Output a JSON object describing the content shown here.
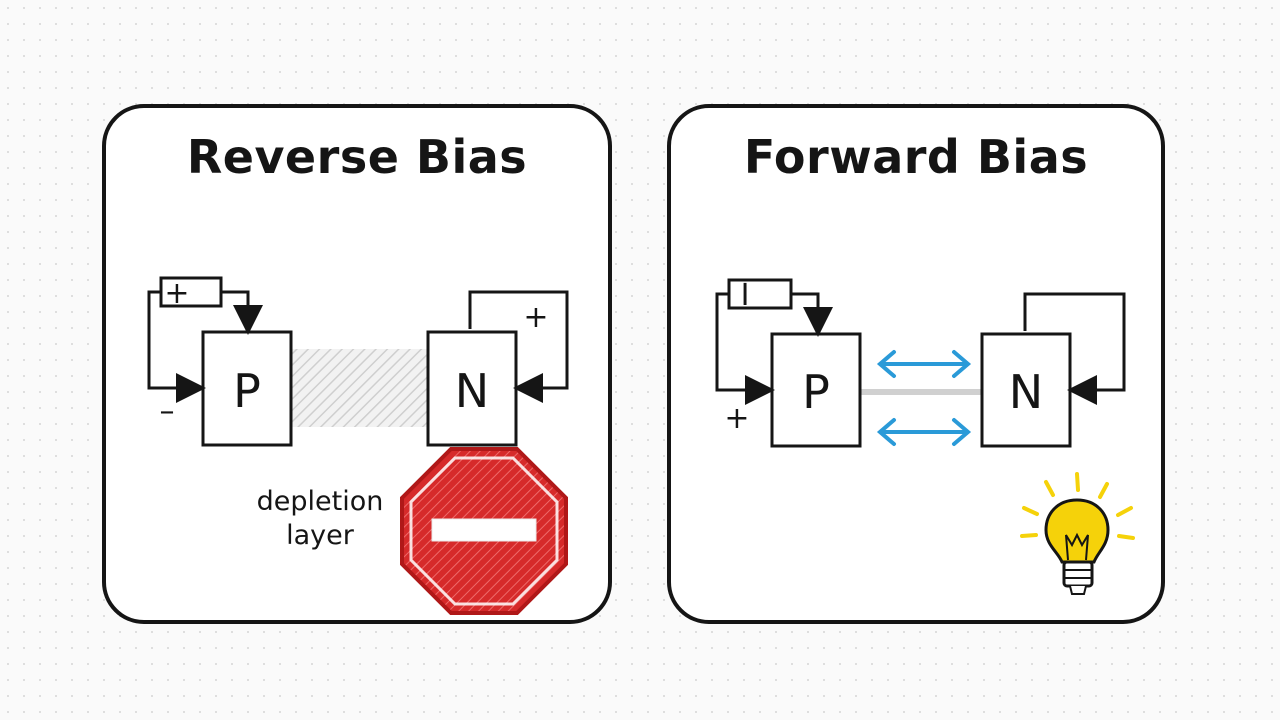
{
  "reverse_bias": {
    "title": "Reverse Bias",
    "p_label": "P",
    "n_label": "N",
    "battery_sign": "+",
    "left_sign": "–",
    "right_sign": "+",
    "depletion_label": [
      "depletion",
      "layer"
    ],
    "stop_sign_color": "#d62a2a"
  },
  "forward_bias": {
    "title": "Forward Bias",
    "p_label": "P",
    "n_label": "N",
    "battery_sign": "I",
    "left_sign": "+",
    "arrow_color": "#2a9ad8",
    "bulb_color": "#f5d20a"
  },
  "icons": [
    "battery-icon",
    "stop-sign-icon",
    "double-arrow-icon",
    "light-bulb-icon"
  ]
}
